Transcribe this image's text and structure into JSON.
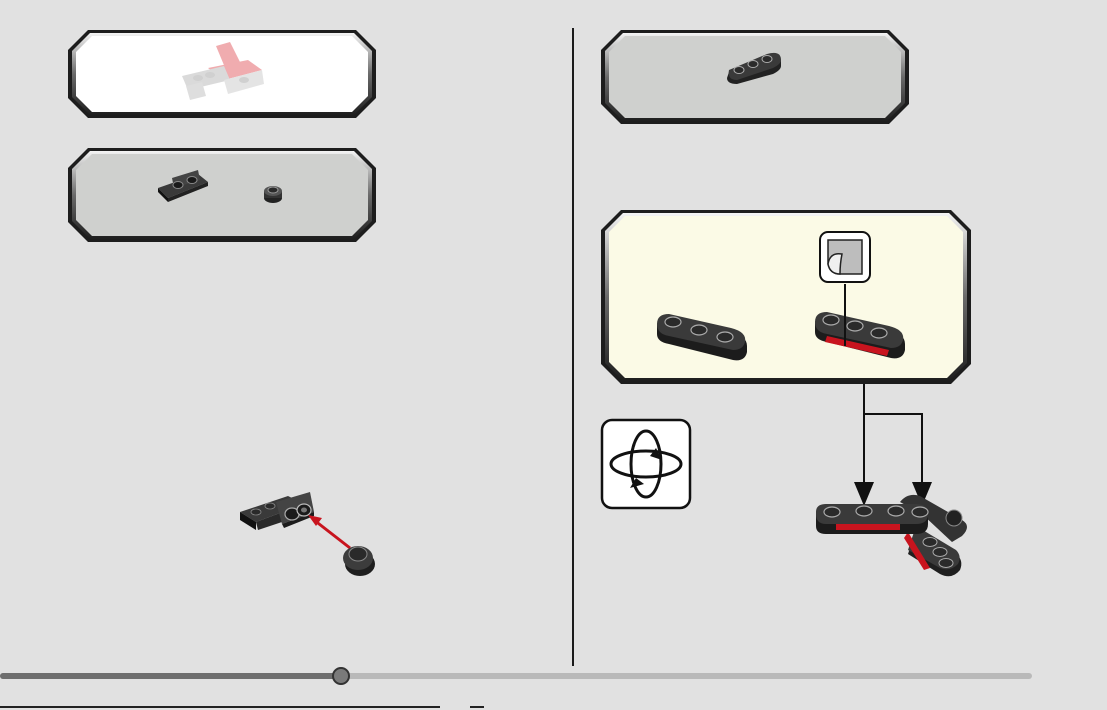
{
  "page": {
    "progress_fraction": 0.33
  },
  "colors": {
    "page_background": "#e1e1e1",
    "callout_grey": "#cfd0ce",
    "callout_white": "#ffffff",
    "callout_cream": "#fbfae6",
    "brick_black": "#2b2b2b",
    "brick_red": "#c8141e",
    "ghost_red": "#e46a6f",
    "arrow_red": "#c8141e"
  },
  "icons": {
    "rotate": "rotate-model-icon",
    "sticker": "sticker-icon"
  },
  "left_step": {
    "preview_box": {
      "background": "white",
      "content": "ghost-model-preview"
    },
    "parts_box": {
      "background": "grey",
      "parts": [
        "bracket-plate-1x2",
        "round-plate-1x1"
      ]
    }
  },
  "right_step": {
    "parts_box": {
      "background": "grey",
      "parts": [
        "plate-1x3-rounded"
      ]
    },
    "subassembly_box": {
      "background": "cream",
      "parts": [
        "plate-1x3-rounded",
        "plate-1x3-rounded-with-sticker"
      ]
    }
  }
}
